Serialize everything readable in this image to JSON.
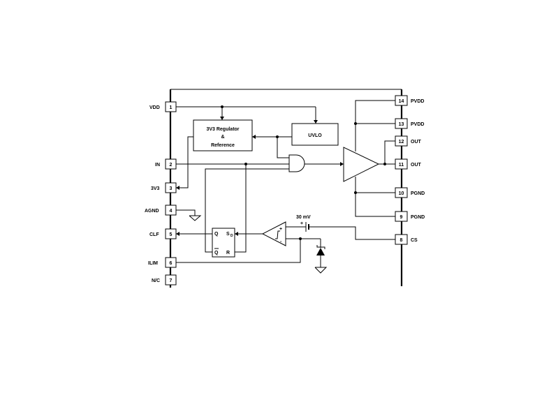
{
  "left_pins": [
    {
      "num": "1",
      "label": "VDD"
    },
    {
      "num": "2",
      "label": "IN"
    },
    {
      "num": "3",
      "label": "3V3"
    },
    {
      "num": "4",
      "label": "AGND"
    },
    {
      "num": "5",
      "label": "CLF"
    },
    {
      "num": "6",
      "label": "ILIM"
    },
    {
      "num": "7",
      "label": "N/C"
    }
  ],
  "right_pins": [
    {
      "num": "14",
      "label": "PVDD"
    },
    {
      "num": "13",
      "label": "PVDD"
    },
    {
      "num": "12",
      "label": "OUT"
    },
    {
      "num": "11",
      "label": "OUT"
    },
    {
      "num": "10",
      "label": "PGND"
    },
    {
      "num": "9",
      "label": "PGND"
    },
    {
      "num": "8",
      "label": "CS"
    }
  ],
  "blocks": {
    "regulator_line1": "3V3 Regulator",
    "regulator_line2": "&",
    "regulator_line3": "Reference",
    "uvlo": "UVLO"
  },
  "flipflop": {
    "q": "Q",
    "sd": "S",
    "sd_sub": "D",
    "qbar": "Q",
    "r": "R"
  },
  "comparator": {
    "plus": "+",
    "minus": "-"
  },
  "source": {
    "value": "30 mV",
    "polarity": "+"
  }
}
